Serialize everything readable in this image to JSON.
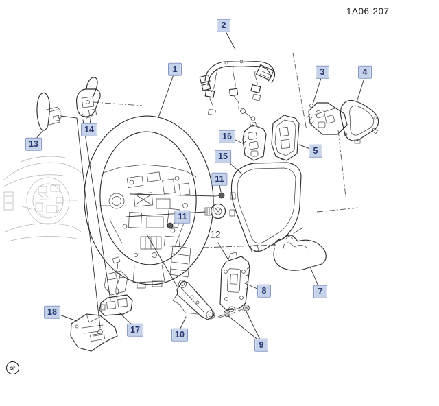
{
  "figure": {
    "code": "1A06-207",
    "stamp": "sr"
  },
  "callouts": {
    "c1": "1",
    "c2": "2",
    "c3": "3",
    "c4": "4",
    "c5": "5",
    "c7": "7",
    "c8": "8",
    "c9": "9",
    "c10": "10",
    "c11a": "11",
    "c11b": "11",
    "c12": "12",
    "c13": "13",
    "c14": "14",
    "c15": "15",
    "c16": "16",
    "c17": "17",
    "c18": "18"
  },
  "colors": {
    "callout_bg": "#c6d2ea",
    "callout_border": "#8598c6",
    "callout_text": "#27386e",
    "line": "#2d2d2d",
    "line_soft": "#555555",
    "ghost": "#b3b3b3",
    "paper": "#ffffff"
  }
}
